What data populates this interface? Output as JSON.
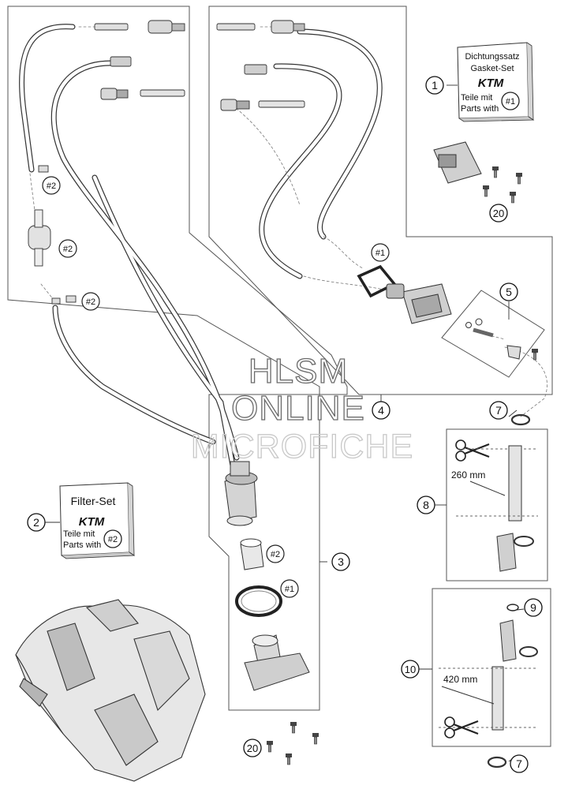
{
  "callouts": {
    "c1": "1",
    "c2": "2",
    "c3": "3",
    "c4": "4",
    "c5": "5",
    "c7a": "7",
    "c7b": "7",
    "c8": "8",
    "c9": "9",
    "c10": "10",
    "c20a": "20",
    "c20b": "20"
  },
  "refs": {
    "r2a": "#2",
    "r2b": "#2",
    "r2c": "#2",
    "r2d": "#2",
    "r2e": "#2",
    "r1a": "#1",
    "r1b": "#1",
    "r1c": "#1"
  },
  "gasket_box": {
    "line1": "Dichtungssatz",
    "line2": "Gasket-Set",
    "brand": "KTM",
    "line3": "Teile mit",
    "line4": "Parts with"
  },
  "filter_box": {
    "line1": "Filter-Set",
    "brand": "KTM",
    "line3": "Teile mit",
    "line4": "Parts with"
  },
  "measurements": {
    "m260": "260 mm",
    "m420": "420 mm"
  },
  "watermark": {
    "line1": "HLSM",
    "line2": "ONLINE",
    "line3": "MICROFICHE"
  }
}
